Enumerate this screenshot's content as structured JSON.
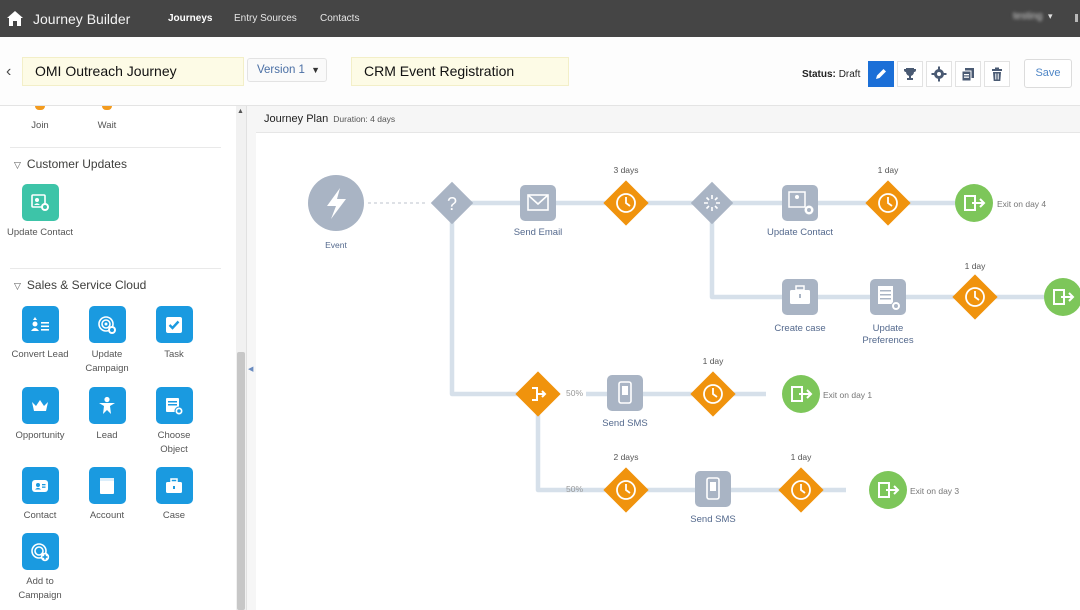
{
  "app": {
    "title": "Journey Builder"
  },
  "nav": {
    "items": [
      {
        "label": "Journeys",
        "active": true
      },
      {
        "label": "Entry Sources",
        "active": false
      },
      {
        "label": "Contacts",
        "active": false
      }
    ],
    "user": "testing"
  },
  "header": {
    "journey_name": "OMI Outreach Journey",
    "version": "Version 1",
    "event_name": "CRM Event Registration",
    "status_label": "Status:",
    "status_value": "Draft",
    "save_label": "Save",
    "tools": [
      "pencil-icon",
      "trophy-icon",
      "gear-icon",
      "copy-icon",
      "trash-icon"
    ]
  },
  "palette": {
    "top_items": [
      {
        "label": "Join"
      },
      {
        "label": "Wait"
      }
    ],
    "sections": [
      {
        "title": "Customer Updates",
        "items": [
          {
            "label": "Update Contact",
            "icon": "contact-update-icon"
          }
        ]
      },
      {
        "title": "Sales & Service Cloud",
        "items": [
          {
            "label": "Convert Lead",
            "icon": "convert-lead-icon"
          },
          {
            "label": "Update Campaign",
            "icon": "campaign-icon"
          },
          {
            "label": "Task",
            "icon": "task-icon"
          },
          {
            "label": "Opportunity",
            "icon": "crown-icon"
          },
          {
            "label": "Lead",
            "icon": "lead-icon"
          },
          {
            "label": "Choose Object",
            "icon": "object-icon"
          },
          {
            "label": "Contact",
            "icon": "contact-icon"
          },
          {
            "label": "Account",
            "icon": "account-icon"
          },
          {
            "label": "Case",
            "icon": "case-icon"
          },
          {
            "label": "Add to Campaign",
            "icon": "add-campaign-icon"
          }
        ]
      }
    ]
  },
  "canvas": {
    "title": "Journey Plan",
    "duration": "Duration: 4 days",
    "nodes": {
      "event": "Event",
      "send_email": "Send Email",
      "update_contact": "Update Contact",
      "create_case": "Create case",
      "update_preferences": "Update Preferences",
      "send_sms_1": "Send SMS",
      "send_sms_2": "Send SMS"
    },
    "waits": {
      "w1": "3 days",
      "w2": "1 day",
      "w3": "1 day",
      "w4": "1 day",
      "w5": "2 days",
      "w6": "1 day"
    },
    "exits": {
      "e1": "Exit on day 4",
      "e2": "Exit on day 1",
      "e3": "Exit on day 3"
    },
    "split": {
      "a": "50%",
      "b": "50%"
    }
  },
  "colors": {
    "topnav": "#454545",
    "wait": "#f0930d",
    "exit": "#7dc65a",
    "activity": "#a9b4c4",
    "event": "#a9b4c4",
    "path": "#d6e0ea",
    "accent": "#1b6fd7"
  }
}
